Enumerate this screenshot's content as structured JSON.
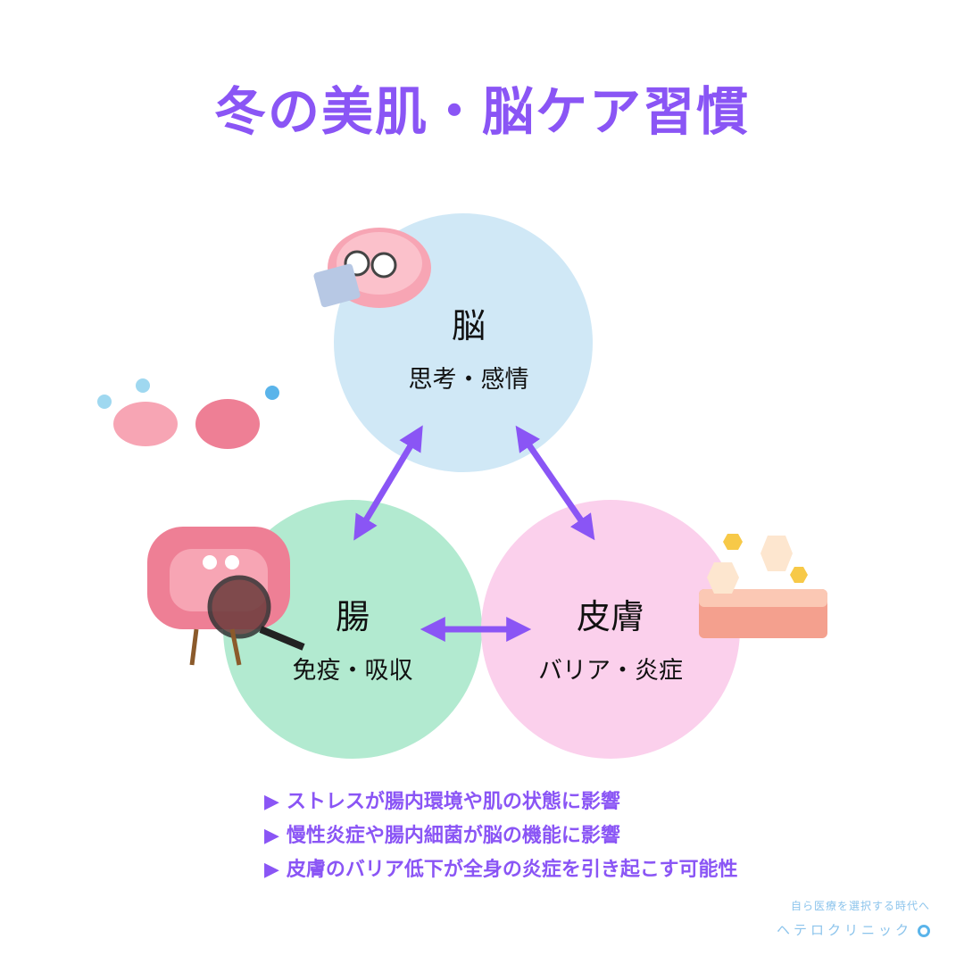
{
  "title": "冬の美肌・脳ケア習慣",
  "nodes": {
    "brain": {
      "label": "脳",
      "sub": "思考・感情",
      "color": "#d0e8f6"
    },
    "gut": {
      "label": "腸",
      "sub": "免疫・吸収",
      "color": "#b2ead0"
    },
    "skin": {
      "label": "皮膚",
      "sub": "バリア・炎症",
      "color": "#fbd0ec"
    }
  },
  "accent": "#8a55f5",
  "bullets": [
    "ストレスが腸内環境や肌の状態に影響",
    "慢性炎症や腸内細菌が脳の機能に影響",
    "皮膚のバリア低下が全身の炎症を引き起こす可能性"
  ],
  "bullet_marker": "▶",
  "brand": {
    "tagline": "自ら医療を選択する時代へ",
    "name": "ヘテロクリニック"
  }
}
